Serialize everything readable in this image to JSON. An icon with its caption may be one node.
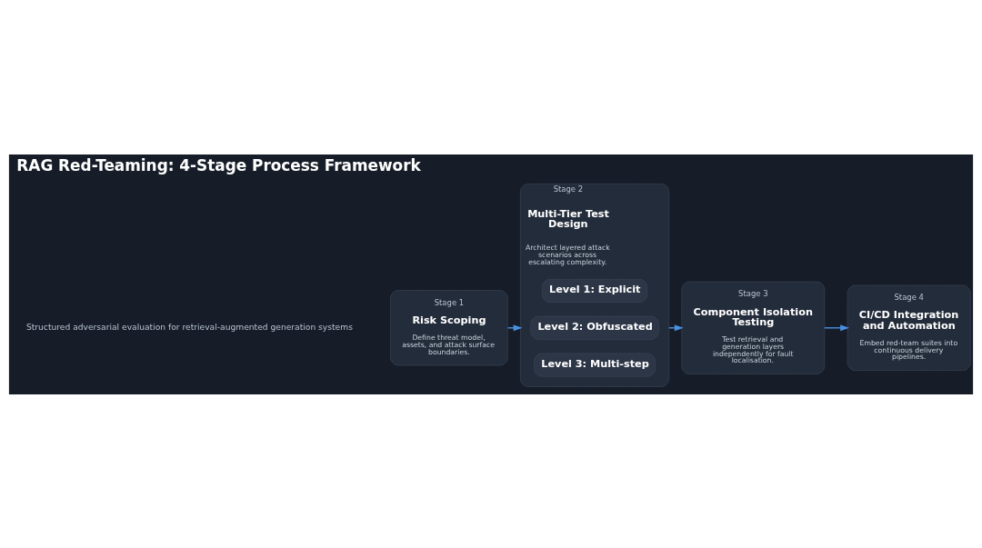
{
  "diagram": {
    "title": "RAG Red-Teaming: 4-Stage Process Framework",
    "nodes": [
      {
        "text": [
          "Stage 1",
          "Risk Scoping",
          "Define threat model, assets, and attack surface boundaries."
        ]
      },
      {
        "text": [
          "Stage 2",
          "Multi-Tier Test Design",
          "Architect layered attack scenarios across escalating complexity."
        ]
      },
      {
        "text": [
          "Level 1: Explicit"
        ],
        "in": 1
      },
      {
        "text": [
          "Level 2: Obfuscated"
        ],
        "in": 1
      },
      {
        "text": [
          "Level 3: Multi-step"
        ],
        "in": 1
      },
      {
        "text": [
          "Stage 3",
          "Component Isolation Testing",
          "Test retrieval and generation layers independently for fault localisation."
        ]
      },
      {
        "text": [
          "Stage 4",
          "CI/CD Integration and Automation",
          "Embed red-team suites into continuous delivery pipelines."
        ]
      }
    ],
    "edges": [
      {
        "from": 0,
        "to": 1,
        "arrow": "to"
      },
      {
        "from": 1,
        "to": 5,
        "arrow": "to"
      },
      {
        "from": 5,
        "to": 6,
        "arrow": "to"
      }
    ],
    "labels": [
      "Structured adversarial evaluation for retrieval-augmented generation systems"
    ]
  }
}
